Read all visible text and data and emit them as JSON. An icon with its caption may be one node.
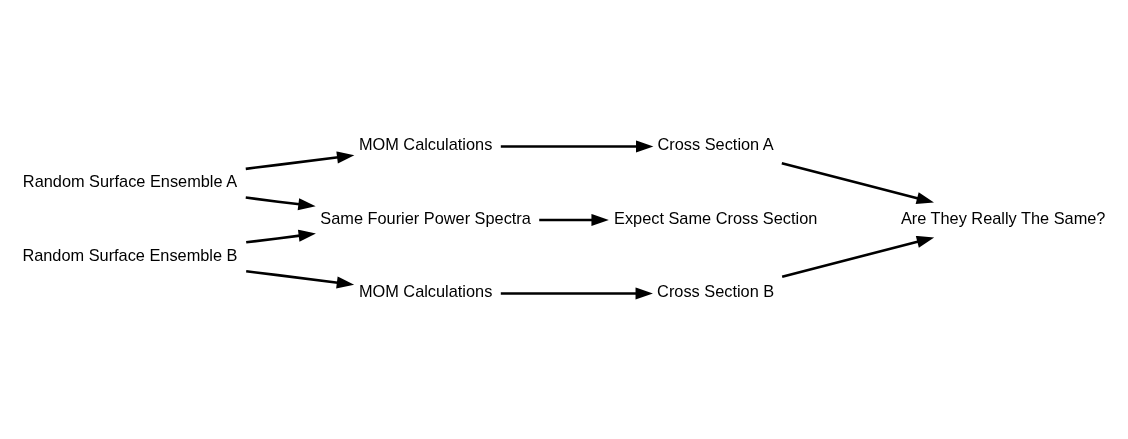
{
  "diagram": {
    "nodes": [
      {
        "text": [
          "Random Surface Ensemble A"
        ]
      },
      {
        "text": [
          "MOM Calculations"
        ]
      },
      {
        "text": [
          "Cross Section A"
        ]
      },
      {
        "text": [
          "Same Fourier Power Spectra"
        ]
      },
      {
        "text": [
          "Expect Same Cross Section"
        ]
      },
      {
        "text": [
          "Are They Really The Same?"
        ]
      },
      {
        "text": [
          "Random Surface Ensemble B"
        ]
      },
      {
        "text": [
          "MOM Calculations"
        ]
      },
      {
        "text": [
          "Cross Section B"
        ]
      }
    ],
    "edges": [
      {
        "from": 0,
        "to": 1,
        "arrow": "to"
      },
      {
        "from": 0,
        "to": 3,
        "arrow": "to"
      },
      {
        "from": 1,
        "to": 2,
        "arrow": "to"
      },
      {
        "from": 2,
        "to": 5,
        "arrow": "to"
      },
      {
        "from": 3,
        "to": 4,
        "arrow": "to"
      },
      {
        "from": 6,
        "to": 3,
        "arrow": "to"
      },
      {
        "from": 6,
        "to": 7,
        "arrow": "to"
      },
      {
        "from": 7,
        "to": 8,
        "arrow": "to"
      },
      {
        "from": 8,
        "to": 5,
        "arrow": "to"
      }
    ]
  }
}
